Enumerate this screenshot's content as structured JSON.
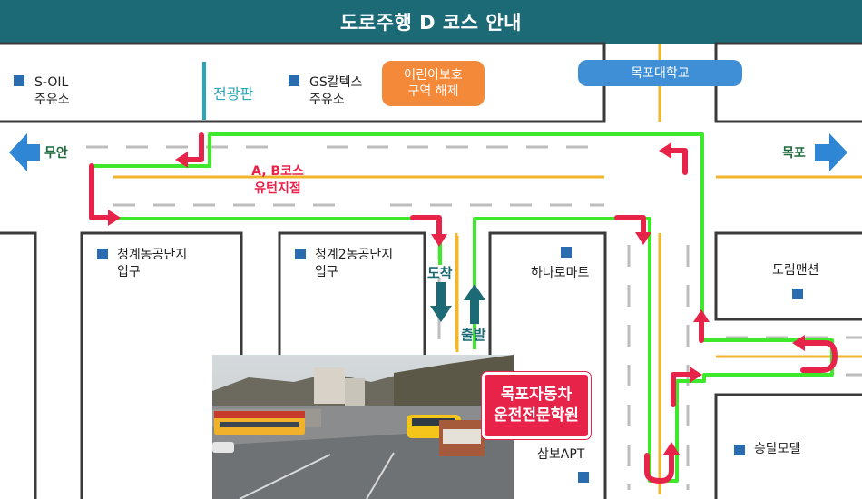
{
  "header": {
    "title": "도로주행 D 코스 안내"
  },
  "labels": {
    "soil": [
      "S-OIL",
      "주유소"
    ],
    "signboard": "전광판",
    "gs": [
      "GS칼텍스",
      "주유소"
    ],
    "school_zone": [
      "어린이보호",
      "구역 해제"
    ],
    "university": "목포대학교",
    "to_muan": "무안",
    "to_mokpo": "목포",
    "uturn": [
      "A, B코스",
      "유턴지점"
    ],
    "cheonggye1": [
      "청계농공단지",
      "입구"
    ],
    "cheonggye2": [
      "청계2농공단지",
      "입구"
    ],
    "arrive": "도착",
    "depart": "출발",
    "hanaro": "하나로마트",
    "dorim": "도림맨션",
    "school": [
      "목포자동차",
      "운전전문학원"
    ],
    "sambo": "삼보APT",
    "seungdal": "승달모텔"
  },
  "colors": {
    "header": "#1c6a76",
    "route_line": "#3ee82a",
    "turn_arrow": "#e8234a",
    "center_line": "#f2b52c",
    "direction_arrow": "#2f86d4",
    "signboard": "#2aa7b8",
    "building_marker": "#2a6cb0"
  }
}
